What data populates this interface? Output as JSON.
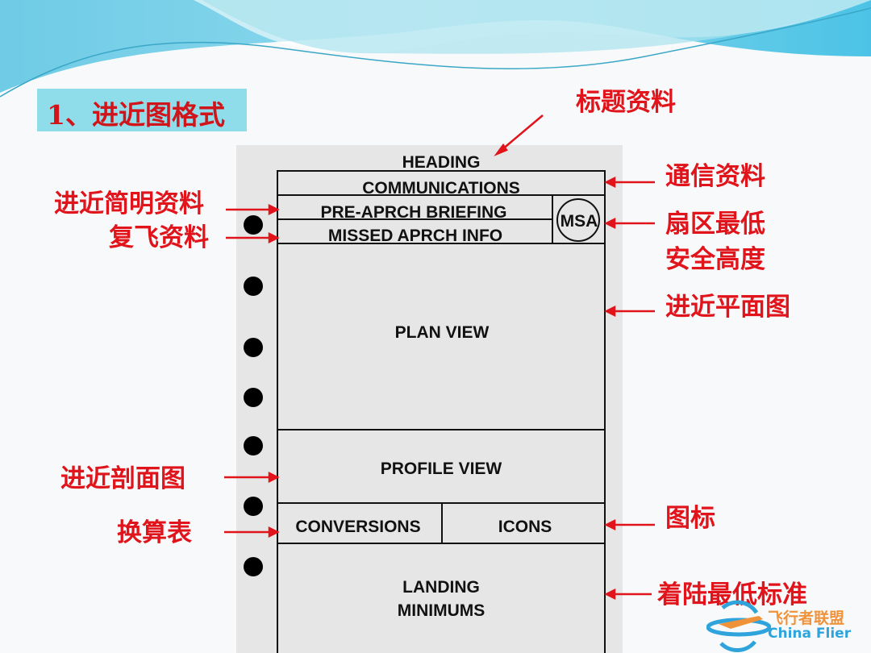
{
  "slide_title": "1、进近图格式",
  "chart_sections": {
    "heading": "HEADING",
    "communications": "COMMUNICATIONS",
    "pre_approach_briefing": "PRE-APRCH BRIEFING",
    "missed_approach_info": "MISSED APRCH INFO",
    "msa": "MSA",
    "plan_view": "PLAN VIEW",
    "profile_view": "PROFILE VIEW",
    "conversions": "CONVERSIONS",
    "icons": "ICONS",
    "landing_minimums_line1": "LANDING",
    "landing_minimums_line2": "MINIMUMS"
  },
  "annotations": {
    "heading": "标题资料",
    "communications": "通信资料",
    "msa_line1": "扇区最低",
    "msa_line2": "安全高度",
    "plan_view": "进近平面图",
    "icons": "图标",
    "landing_minimums": "着陆最低标准",
    "briefing": "进近简明资料",
    "missed_approach": "复飞资料",
    "profile_view": "进近剖面图",
    "conversions": "换算表"
  },
  "watermark": {
    "line1": "飞行者联盟",
    "line2": "China Flier"
  },
  "colors": {
    "annotation": "#e0141a",
    "title_bg": "#8fdcea",
    "panel": "#e6e6e6"
  }
}
